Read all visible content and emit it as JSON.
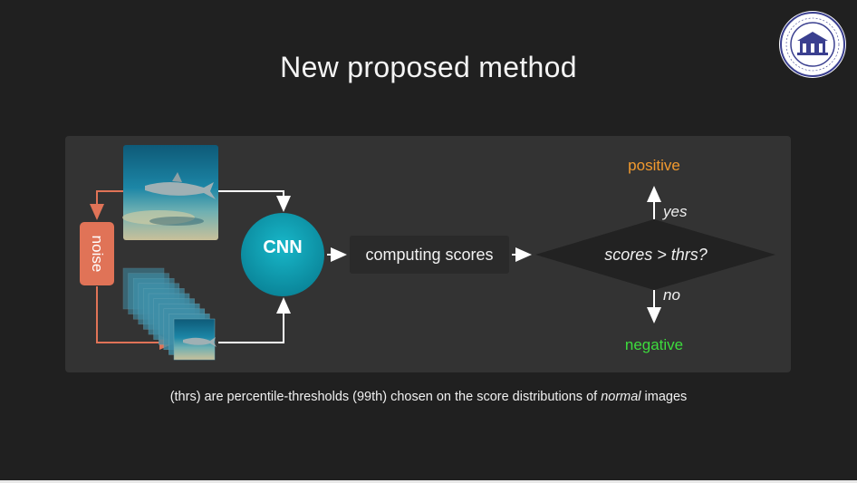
{
  "slide": {
    "title": "New proposed method"
  },
  "diagram": {
    "noise_label": "noise",
    "cnn_label": "CNN",
    "scores_label": "computing scores",
    "condition_label": "scores > thrs?",
    "positive_label": "positive",
    "negative_label": "negative",
    "yes_label": "yes",
    "no_label": "no",
    "colors": {
      "noise": "#e07357",
      "cnn": "#0fa3b8",
      "positive": "#f29a2e",
      "negative": "#3ddc3d"
    }
  },
  "caption": {
    "before": "(thrs) are percentile-thresholds (99th) chosen on the score distributions of ",
    "emphasis": "normal",
    "after": " images"
  }
}
